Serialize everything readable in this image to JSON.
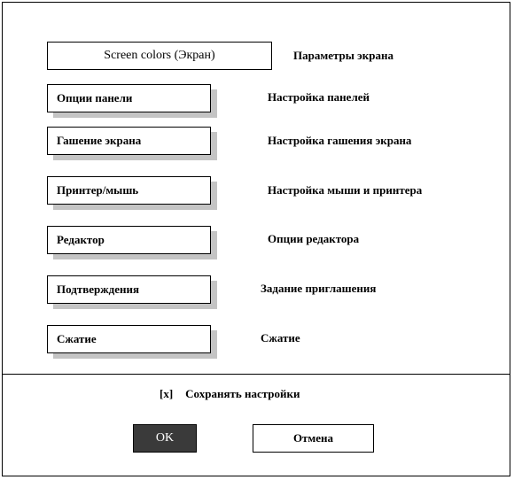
{
  "options": [
    {
      "label": "Screen colors (Экран)",
      "description": "Параметры экрана"
    },
    {
      "label": "Опции панели",
      "description": "Настройка панелей"
    },
    {
      "label": "Гашение экрана",
      "description": "Настройка гашения экрана"
    },
    {
      "label": "Принтер/мышь",
      "description": "Настройка мыши и принтера"
    },
    {
      "label": "Редактор",
      "description": "Опции редактора"
    },
    {
      "label": "Подтверждения",
      "description": "Задание приглашения"
    },
    {
      "label": "Сжатие",
      "description": "Сжатие"
    }
  ],
  "save_settings": {
    "checkbox": "[x]",
    "label": "Сохранять настройки"
  },
  "actions": {
    "ok_label": "OK",
    "cancel_label": "Отмена"
  },
  "colors": {
    "ok_background": "#3a3a3a",
    "shadow": "#c4c4c4"
  }
}
